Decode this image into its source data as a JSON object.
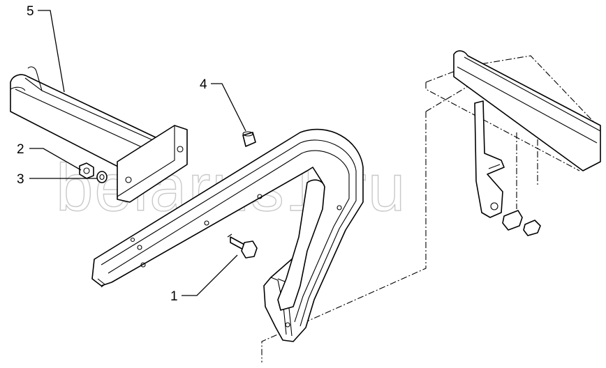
{
  "callouts": [
    {
      "id": "1",
      "label": "1"
    },
    {
      "id": "2",
      "label": "2"
    },
    {
      "id": "3",
      "label": "3"
    },
    {
      "id": "4",
      "label": "4"
    },
    {
      "id": "5",
      "label": "5"
    }
  ],
  "watermark": "belarus1.ru"
}
